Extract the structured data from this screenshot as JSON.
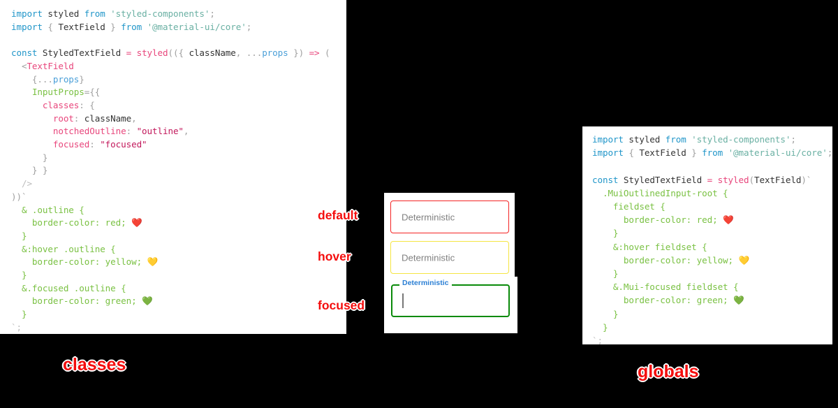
{
  "background_color": "#000000",
  "panels": {
    "classes": {
      "name": "classes",
      "title_label": "classes",
      "code_lines": [
        [
          {
            "t": "import ",
            "c": "kw"
          },
          {
            "t": "styled ",
            "c": "plain"
          },
          {
            "t": "from ",
            "c": "kw"
          },
          {
            "t": "'styled-components'",
            "c": "str"
          },
          {
            "t": ";",
            "c": "punct"
          }
        ],
        [
          {
            "t": "import ",
            "c": "kw"
          },
          {
            "t": "{ ",
            "c": "punct"
          },
          {
            "t": "TextField",
            "c": "plain"
          },
          {
            "t": " } ",
            "c": "punct"
          },
          {
            "t": "from ",
            "c": "kw"
          },
          {
            "t": "'@material-ui/core'",
            "c": "str"
          },
          {
            "t": ";",
            "c": "punct"
          }
        ],
        [],
        [
          {
            "t": "const ",
            "c": "kw"
          },
          {
            "t": "StyledTextField ",
            "c": "plain"
          },
          {
            "t": "= ",
            "c": "fn"
          },
          {
            "t": "styled",
            "c": "fn"
          },
          {
            "t": "(({ ",
            "c": "punct"
          },
          {
            "t": "className",
            "c": "plain"
          },
          {
            "t": ", ",
            "c": "punct"
          },
          {
            "t": "...",
            "c": "punct"
          },
          {
            "t": "props",
            "c": "var"
          },
          {
            "t": " }) ",
            "c": "punct"
          },
          {
            "t": "=> ",
            "c": "fn"
          },
          {
            "t": "(",
            "c": "punct"
          }
        ],
        [
          {
            "t": "  <",
            "c": "punct"
          },
          {
            "t": "TextField",
            "c": "tag"
          }
        ],
        [
          {
            "t": "    {...",
            "c": "punct"
          },
          {
            "t": "props",
            "c": "var"
          },
          {
            "t": "}",
            "c": "punct"
          }
        ],
        [
          {
            "t": "    ",
            "c": "plain"
          },
          {
            "t": "InputProps",
            "c": "attr"
          },
          {
            "t": "={{",
            "c": "punct"
          }
        ],
        [
          {
            "t": "      ",
            "c": "plain"
          },
          {
            "t": "classes",
            "c": "prop"
          },
          {
            "t": ": {",
            "c": "punct"
          }
        ],
        [
          {
            "t": "        ",
            "c": "plain"
          },
          {
            "t": "root",
            "c": "prop"
          },
          {
            "t": ": ",
            "c": "punct"
          },
          {
            "t": "className",
            "c": "plain"
          },
          {
            "t": ",",
            "c": "punct"
          }
        ],
        [
          {
            "t": "        ",
            "c": "plain"
          },
          {
            "t": "notchedOutline",
            "c": "prop"
          },
          {
            "t": ": ",
            "c": "punct"
          },
          {
            "t": "\"outline\"",
            "c": "strq"
          },
          {
            "t": ",",
            "c": "punct"
          }
        ],
        [
          {
            "t": "        ",
            "c": "plain"
          },
          {
            "t": "focused",
            "c": "prop"
          },
          {
            "t": ": ",
            "c": "punct"
          },
          {
            "t": "\"focused\"",
            "c": "strq"
          }
        ],
        [
          {
            "t": "      }",
            "c": "punct"
          }
        ],
        [
          {
            "t": "    } }",
            "c": "punct"
          }
        ],
        [
          {
            "t": "  />",
            "c": "dim"
          }
        ],
        [
          {
            "t": "))`",
            "c": "punct"
          }
        ],
        [
          {
            "t": "  & .outline {",
            "c": "css"
          }
        ],
        [
          {
            "t": "    border-color: red; ",
            "c": "css"
          },
          {
            "t": "❤️",
            "c": "emoji"
          }
        ],
        [
          {
            "t": "  }",
            "c": "css"
          }
        ],
        [
          {
            "t": "  &:hover .outline {",
            "c": "css"
          }
        ],
        [
          {
            "t": "    border-color: yellow; ",
            "c": "css"
          },
          {
            "t": "💛",
            "c": "emoji"
          }
        ],
        [
          {
            "t": "  }",
            "c": "css"
          }
        ],
        [
          {
            "t": "  &.focused .outline {",
            "c": "css"
          }
        ],
        [
          {
            "t": "    border-color: green; ",
            "c": "css"
          },
          {
            "t": "💚",
            "c": "emoji"
          }
        ],
        [
          {
            "t": "  }",
            "c": "css"
          }
        ],
        [
          {
            "t": "`;",
            "c": "dim"
          }
        ]
      ]
    },
    "globals": {
      "name": "globals",
      "title_label": "globals",
      "code_lines": [
        [
          {
            "t": "import ",
            "c": "kw"
          },
          {
            "t": "styled ",
            "c": "plain"
          },
          {
            "t": "from ",
            "c": "kw"
          },
          {
            "t": "'styled-components'",
            "c": "str"
          },
          {
            "t": ";",
            "c": "punct"
          }
        ],
        [
          {
            "t": "import ",
            "c": "kw"
          },
          {
            "t": "{ ",
            "c": "punct"
          },
          {
            "t": "TextField",
            "c": "plain"
          },
          {
            "t": " } ",
            "c": "punct"
          },
          {
            "t": "from ",
            "c": "kw"
          },
          {
            "t": "'@material-ui/core'",
            "c": "str"
          },
          {
            "t": ";",
            "c": "punct"
          }
        ],
        [],
        [
          {
            "t": "const ",
            "c": "kw"
          },
          {
            "t": "StyledTextField ",
            "c": "plain"
          },
          {
            "t": "= ",
            "c": "fn"
          },
          {
            "t": "styled",
            "c": "fn"
          },
          {
            "t": "(",
            "c": "punct"
          },
          {
            "t": "TextField",
            "c": "plain"
          },
          {
            "t": ")`",
            "c": "punct"
          }
        ],
        [
          {
            "t": "  .MuiOutlinedInput-root {",
            "c": "css"
          }
        ],
        [
          {
            "t": "    fieldset {",
            "c": "css"
          }
        ],
        [
          {
            "t": "      border-color: red; ",
            "c": "css"
          },
          {
            "t": "❤️",
            "c": "emoji"
          }
        ],
        [
          {
            "t": "    }",
            "c": "css"
          }
        ],
        [
          {
            "t": "    &:hover fieldset {",
            "c": "css"
          }
        ],
        [
          {
            "t": "      border-color: yellow; ",
            "c": "css"
          },
          {
            "t": "💛",
            "c": "emoji"
          }
        ],
        [
          {
            "t": "    }",
            "c": "css"
          }
        ],
        [
          {
            "t": "    &.Mui-focused fieldset {",
            "c": "css"
          }
        ],
        [
          {
            "t": "      border-color: green; ",
            "c": "css"
          },
          {
            "t": "💚",
            "c": "emoji"
          }
        ],
        [
          {
            "t": "    }",
            "c": "css"
          }
        ],
        [
          {
            "t": "  }",
            "c": "css"
          }
        ],
        [
          {
            "t": "`;",
            "c": "dim"
          }
        ]
      ]
    }
  },
  "demo": {
    "fields": [
      {
        "state": "default",
        "annotation": "default",
        "value": "Deterministic",
        "is_placeholder_style": true,
        "border_color": "#f42424",
        "label_shown": false
      },
      {
        "state": "hover",
        "annotation": "hover",
        "value": "Deterministic",
        "is_placeholder_style": true,
        "border_color": "#f5e542",
        "label_shown": false
      },
      {
        "state": "focused",
        "annotation": "focused",
        "value": "",
        "notch_label": "Deterministic",
        "notch_label_color": "#2b7fd4",
        "border_color": "#0a8a0a",
        "label_shown": true
      }
    ]
  },
  "annotation_color": "#f40d0d"
}
